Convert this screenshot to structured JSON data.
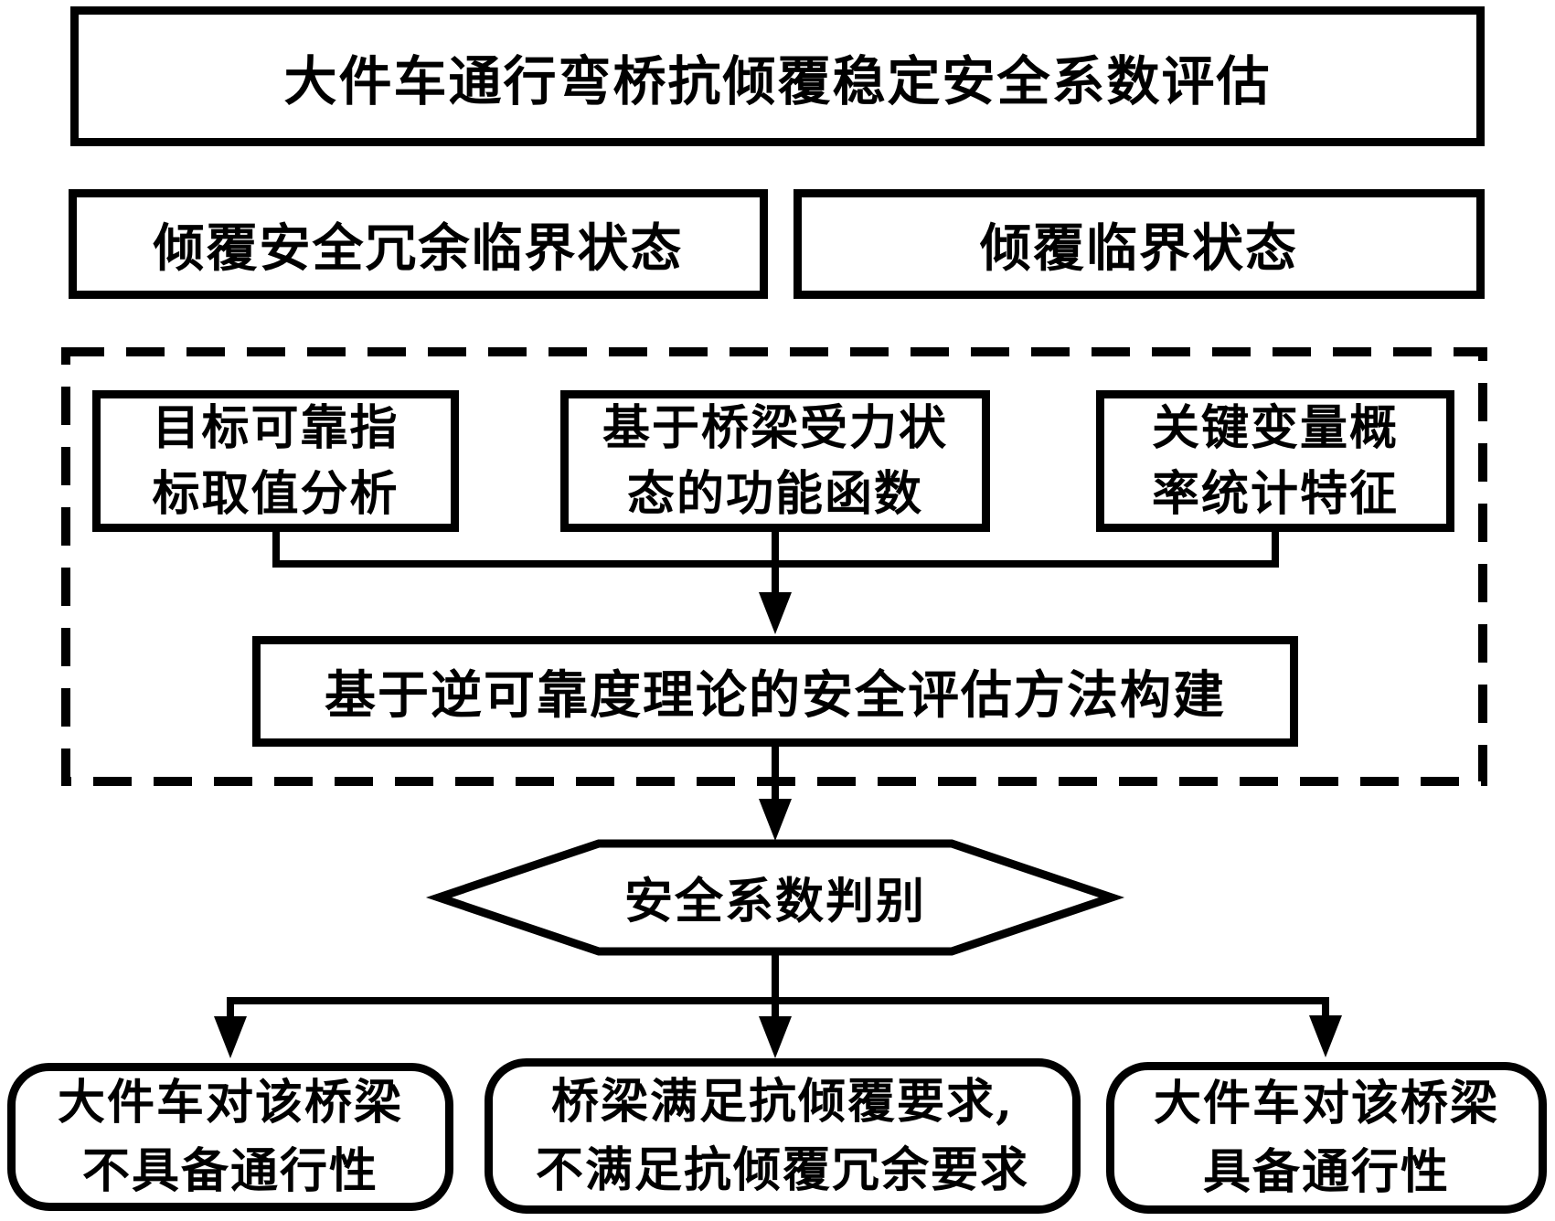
{
  "diagram": {
    "title": "大件车通行弯桥抗倾覆稳定安全系数评估",
    "states": {
      "left": "倾覆安全冗余临界状态",
      "right": "倾覆临界状态"
    },
    "inputs": {
      "target_reliability": {
        "line1": "目标可靠指",
        "line2": "标取值分析"
      },
      "bridge_function": {
        "line1": "基于桥梁受力状",
        "line2": "态的功能函数"
      },
      "key_variables": {
        "line1": "关键变量概",
        "line2": "率统计特征"
      }
    },
    "method": "基于逆可靠度理论的安全评估方法构建",
    "decision": "安全系数判别",
    "outcomes": {
      "no_passage": {
        "line1": "大件车对该桥梁",
        "line2": "不具备通行性"
      },
      "partial": {
        "line1": "桥梁满足抗倾覆要求,",
        "line2": "不满足抗倾覆冗余要求"
      },
      "passage": {
        "line1": "大件车对该桥梁",
        "line2": "具备通行性"
      }
    },
    "colors": {
      "stroke": "#000000",
      "background": "#ffffff"
    }
  }
}
